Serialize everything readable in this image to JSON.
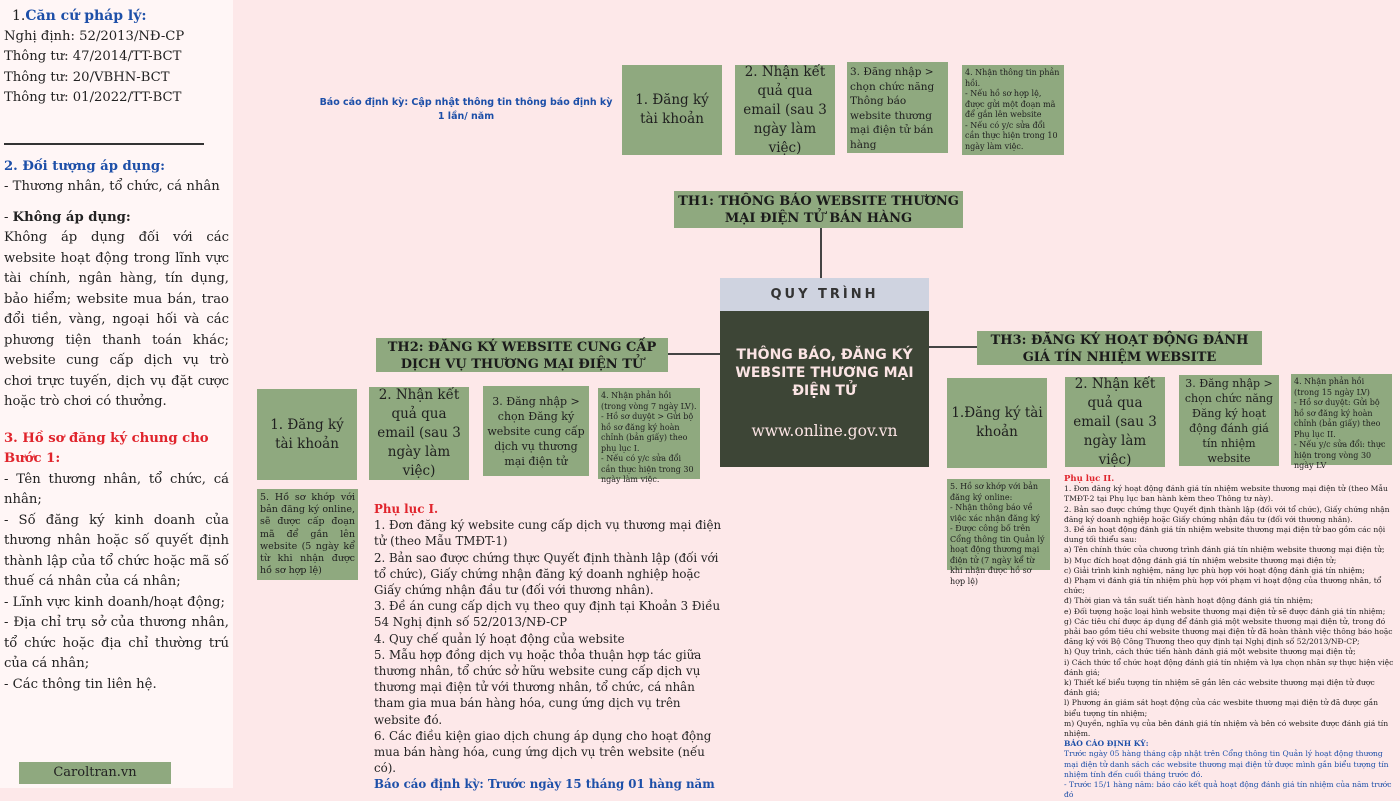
{
  "left": {
    "s1_num": "1.",
    "s1_title": "Căn cứ pháp lý:",
    "laws": [
      "Nghị định: 52/2013/NĐ-CP",
      "Thông tư: 47/2014/TT-BCT",
      "Thông tư: 20/VBHN-BCT",
      "Thông tư: 01/2022/TT-BCT"
    ],
    "s2_title": "2. Đối tượng áp dụng:",
    "s2_text": "- Thương nhân, tổ chức, cá nhân",
    "na_prefix": "- ",
    "na_title": "Không áp dụng:",
    "na_text": "Không áp dụng đối với các website hoạt động trong lĩnh vực tài chính, ngân hàng, tín dụng, bảo hiểm; website mua bán, trao đổi tiền, vàng, ngoại hối và các phương tiện thanh toán khác; website cung cấp dịch vụ trò chơi trực tuyến, dịch vụ đặt cược hoặc trò chơi có thưởng.",
    "s3_title": "3. Hồ sơ đăng ký chung cho Bước 1:",
    "s3_items": [
      "- Tên thương nhân, tổ chức, cá nhân;",
      "- Số đăng ký kinh doanh của thương nhân hoặc số quyết định thành lập của tổ chức hoặc mã số thuế cá nhân của cá nhân;",
      "- Lĩnh vực kinh doanh/hoạt động;",
      "- Địa chỉ trụ sở của thương nhân, tổ chức hoặc địa chỉ thường trú của cá nhân;",
      "- Các thông tin liên hệ."
    ],
    "signature": "Caroltran.vn"
  },
  "center": {
    "header": "QUY TRÌNH",
    "title": "THÔNG BÁO, ĐĂNG KÝ WEBSITE THƯƠNG MẠI ĐIỆN TỬ",
    "url": "www.online.gov.vn"
  },
  "th1": {
    "title": "TH1: THÔNG BÁO WEBSITE THƯƠNG MẠI ĐIỆN TỬ BÁN HÀNG",
    "report": "Báo cáo định kỳ: Cập nhật thông tin thông báo định kỳ 1 lần/ năm",
    "steps": [
      "1.  Đăng ký tài khoản",
      "2. Nhận kết quả qua email (sau 3 ngày làm việc)",
      "3. Đăng nhập > chọn chức năng Thông báo website thương mại điện tử bán hàng",
      "4. Nhận thông tin phản hồi.\n- Nếu hồ sơ hợp lệ, được gửi một đoạn mã để gắn lên website\n- Nếu có y/c sửa đổi cần thực hiện trong 10 ngày làm việc."
    ]
  },
  "th2": {
    "title": "TH2: ĐĂNG KÝ WEBSITE CUNG CẤP DỊCH VỤ THƯƠNG MẠI ĐIỆN TỬ",
    "steps": [
      "1. Đăng ký tài khoản",
      "2. Nhận kết quả qua email (sau 3 ngày làm việc)",
      "3. Đăng nhập > chọn Đăng ký website cung cấp dịch vụ thương mại điện tử",
      "4. Nhận phản hồi (trong vòng 7 ngày LV).\n- Hồ sơ duyệt > Gửi bộ hồ sơ đăng ký hoàn chỉnh (bản giấy) theo phụ lục I.\n- Nếu có y/c sửa đổi cần thực hiện trong 30 ngày làm việc.",
      "5. Hồ sơ khớp với bản đăng ký online, sẽ được cấp đoạn mã để gắn lên website (5 ngày kể từ khi nhận được hồ sơ hợp lệ)"
    ],
    "appendix_title": "Phụ lục I.",
    "appendix": [
      "1. Đơn đăng ký website cung cấp dịch vụ thương mại điện tử (theo Mẫu TMĐT-1)",
      "2. Bản sao được chứng thực Quyết định thành lập (đối với tổ chức), Giấy chứng nhận đăng ký doanh nghiệp hoặc Giấy chứng nhận đầu tư (đối với thương nhân).",
      "3. Đề án cung cấp dịch vụ theo quy định tại Khoản 3 Điều 54 Nghị định số 52/2013/NĐ-CP",
      "4. Quy chế quản lý hoạt động của website",
      "5. Mẫu hợp đồng dịch vụ hoặc thỏa thuận hợp tác giữa thương nhân, tổ chức sở hữu website cung cấp dịch vụ thương mại điện tử với thương nhân, tổ chức, cá nhân tham gia mua bán hàng hóa, cung ứng dịch vụ trên website đó.",
      "6. Các điều kiện giao dịch chung áp dụng cho hoạt động mua bán hàng hóa, cung ứng dịch vụ trên website (nếu có)."
    ],
    "report": "Báo cáo định kỳ: Trước ngày 15 tháng 01 hàng năm"
  },
  "th3": {
    "title": "TH3: ĐĂNG KÝ HOẠT ĐỘNG ĐÁNH GIÁ TÍN NHIỆM WEBSITE",
    "steps": [
      "1.Đăng ký tài khoản",
      "2. Nhận kết quả qua email (sau 3 ngày làm việc)",
      "3. Đăng nhập > chọn chức năng Đăng ký hoạt động đánh giá tín nhiệm website",
      "4. Nhận phản hồi (trong 15 ngày LV)\n- Hồ sơ duyệt: Gửi bộ hồ sơ đăng ký hoàn chỉnh (bản giấy) theo Phụ lục II.\n- Nếu y/c sửa đổi: thực hiện trong vòng 30 ngày LV",
      "5. Hồ sơ khớp với bản đăng ký online:\n- Nhận thông báo về việc xác nhận đăng ký\n- Được công bố trên Cổng thông tin Quản lý hoạt động thương mại điện tử (7 ngày kể từ khi nhận được hồ sơ hợp lệ)"
    ],
    "appendix_title": "Phụ lục II.",
    "appendix": [
      "1. Đơn đăng ký hoạt động đánh giá tín nhiệm website thương mại điện tử (theo Mẫu TMĐT-2 tại Phụ lục ban hành kèm theo Thông tư này).",
      "2. Bản sao được chứng thực Quyết định thành lập (đối với tổ chức), Giấy chứng nhận đăng ký doanh nghiệp hoặc Giấy chứng nhận đầu tư (đối với thương nhân).",
      "3. Đề án hoạt động đánh giá tín nhiệm website thương mại điện tử bao gồm các nội dung tối thiểu sau:",
      "a) Tên chính thức của chương trình đánh giá tín nhiệm website thương mại điện tử;",
      "b) Mục đích hoạt động đánh giá tín nhiệm website thương mại điện tử;",
      "c) Giải trình kinh nghiệm, năng lực phù hợp với hoạt động đánh giá tín nhiệm;",
      "d) Phạm vi đánh giá tín nhiệm phù hợp với phạm vi hoạt động của thương nhân, tổ chức;",
      "đ) Thời gian và tần suất tiến hành hoạt động đánh giá tín nhiệm;",
      "e) Đối tượng hoặc loại hình website thương mại điện tử sẽ được đánh giá tín nhiệm;",
      "g) Các tiêu chí được áp dụng để đánh giá một website thương mại điện tử, trong đó phải bao gồm tiêu chí website thương mại điện tử đã hoàn thành việc thông báo hoặc đăng ký với Bộ Công Thương theo quy định tại Nghị định số 52/2013/NĐ-CP;",
      "h) Quy trình, cách thức tiến hành đánh giá một website thương mại điện tử;",
      "i) Cách thức tổ chức hoạt động đánh giá tín nhiệm và lựa chọn nhân sự thực hiện việc đánh giá;",
      "k) Thiết kế biểu tượng tín nhiệm sẽ gắn lên các website thương mại điện tử được đánh giá;",
      "l) Phương án giám sát hoạt động của các wesbite thương mại điện tử đã được gắn biểu tượng tín nhiệm;",
      "m) Quyền, nghĩa vụ của bên đánh giá tín nhiệm và bên có website được đánh giá tín nhiệm."
    ],
    "report_title": "BÁO CÁO ĐỊNH KỲ:",
    "report": [
      " Trước ngày 05 hàng tháng cập nhật trên Cổng thông tin Quản lý hoạt động thương mại điện tử danh sách các website thương mại điện tử được mình gắn biểu tượng tín nhiệm tính đến cuối tháng trước đó.",
      "- Trước 15/1 hàng năm: báo cáo kết quả hoạt động đánh giá tín nhiệm của năm trước đó"
    ]
  }
}
